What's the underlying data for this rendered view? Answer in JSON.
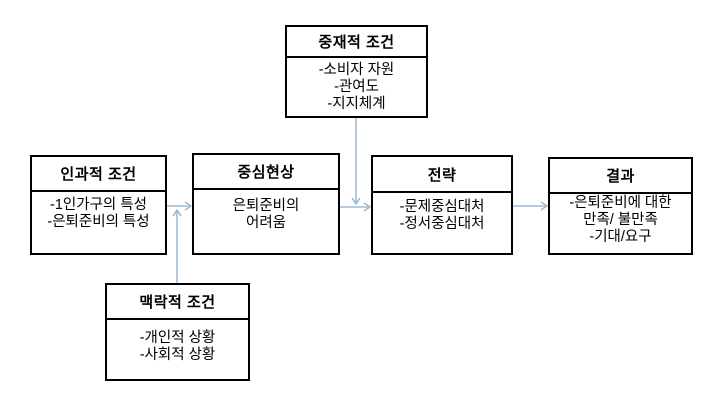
{
  "diagram": {
    "type": "flowchart",
    "language": "ko",
    "colors": {
      "box_border": "#000000",
      "arrow": "#8faecc",
      "text": "#000000",
      "background": "#ffffff"
    },
    "boxes": [
      {
        "id": "intervening",
        "title": "중재적 조건",
        "lines": [
          "-소비자 자원",
          "-관여도",
          "-지지체계"
        ]
      },
      {
        "id": "causal",
        "title": "인과적 조건",
        "lines": [
          "-1인가구의 특성",
          "-은퇴준비의 특성"
        ]
      },
      {
        "id": "central",
        "title": "중심현상",
        "lines": [
          "은퇴준비의",
          "어려움"
        ]
      },
      {
        "id": "strategy",
        "title": "전략",
        "lines": [
          "-문제중심대처",
          "-정서중심대처"
        ]
      },
      {
        "id": "result",
        "title": "결과",
        "lines": [
          "-은퇴준비에 대한",
          "만족/ 불만족",
          "-기대/요구"
        ]
      },
      {
        "id": "contextual",
        "title": "맥락적 조건",
        "lines": [
          "-개인적 상황",
          "-사회적 상황"
        ]
      }
    ],
    "arrows": [
      {
        "name": "causal-to-central",
        "from": "인과적 조건",
        "to": "중심현상",
        "direction": "right"
      },
      {
        "name": "central-to-strategy",
        "from": "중심현상",
        "to": "전략",
        "direction": "right"
      },
      {
        "name": "strategy-to-result",
        "from": "전략",
        "to": "결과",
        "direction": "right"
      },
      {
        "name": "intervening-down",
        "from": "중재적 조건",
        "to": "중심현상-전략 연결선",
        "direction": "down"
      },
      {
        "name": "contextual-up",
        "from": "맥락적 조건",
        "to": "인과적 조건-중심현상 연결선",
        "direction": "up"
      }
    ]
  }
}
